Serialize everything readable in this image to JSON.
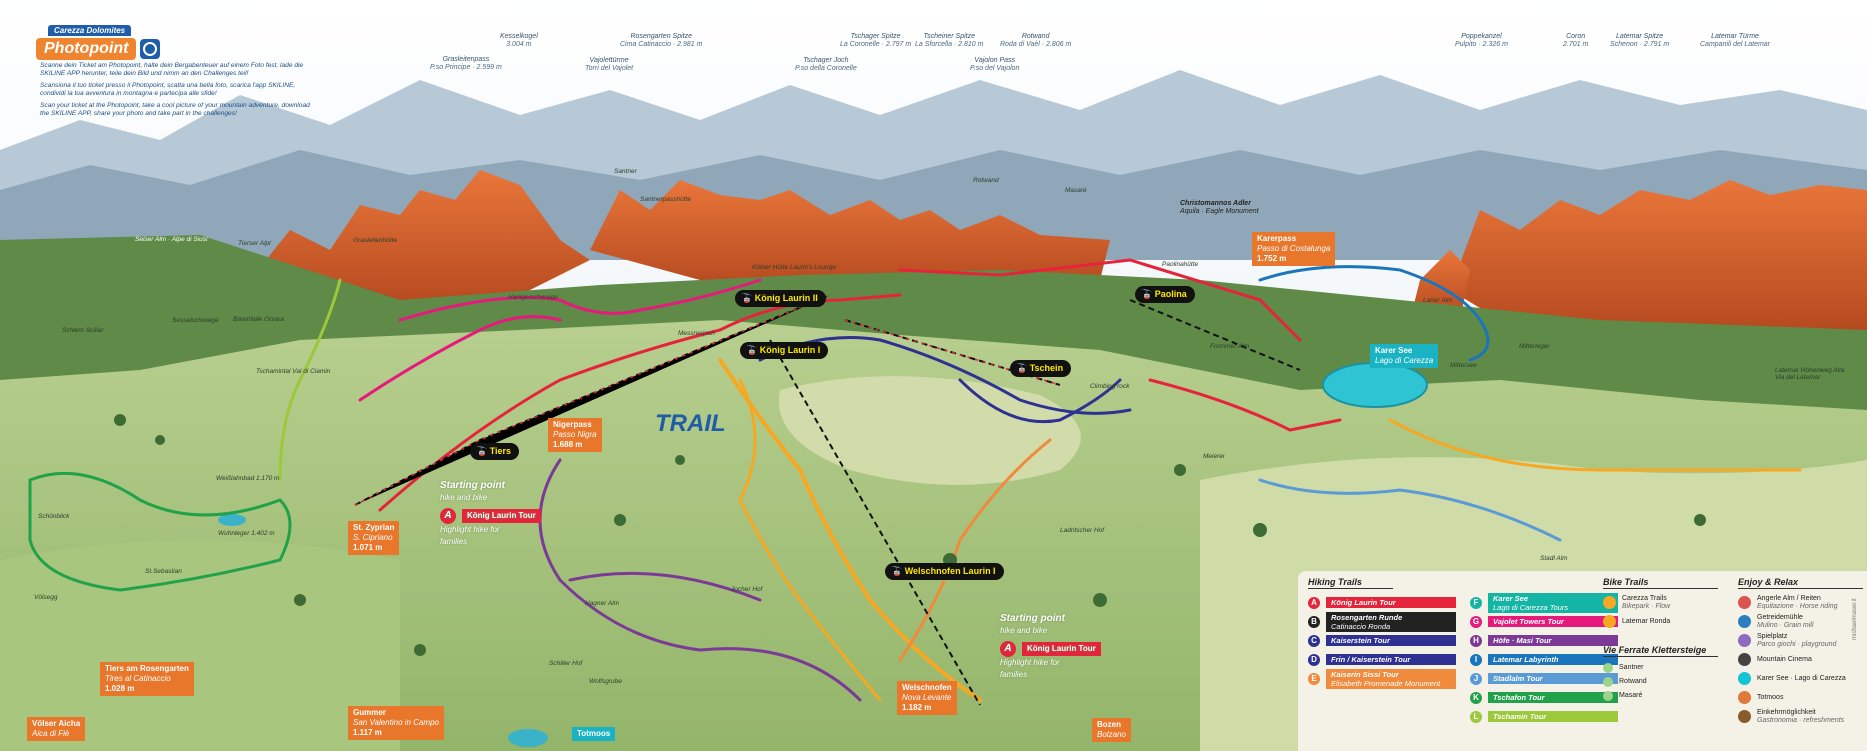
{
  "brand": {
    "top": "Carezza Dolomites",
    "main": "Photopoint"
  },
  "intro": [
    "Scanne dein Ticket am Photopoint, halte dein Bergabenteuer auf einem Foto fest, lade die SKILINE APP herunter, teile dein Bild und nimm an den Challenges teil!",
    "Scansiona il tuo ticket presso il Photopoint, scatta una bella foto, scarica l'app SKILINE, condividi la tua avventura in montagna e partecipa alle sfide!",
    "Scan your ticket at the Photopoint, take a cool picture of your mountain adventure, download the SKILINE APP, share your photo and take part in the challenges!"
  ],
  "peaks": [
    {
      "name": "Grasleitenpass",
      "sub": "P.so Principe · 2.599 m"
    },
    {
      "name": "Kesselkogel",
      "sub": "3.004 m"
    },
    {
      "name": "Rosengarten Spitze",
      "sub": "Cima Catinaccio · 2.981 m"
    },
    {
      "name": "Vajolettürme",
      "sub": "Torri del Vajolet"
    },
    {
      "name": "Tschager Joch",
      "sub": "P.so della Coronelle"
    },
    {
      "name": "Tschager Spitze",
      "sub": "La Coronelle · 2.797 m"
    },
    {
      "name": "Tscheiner Spitze",
      "sub": "La Sforcella · 2.810 m"
    },
    {
      "name": "Rotwand",
      "sub": "Roda di Vaèl · 2.806 m"
    },
    {
      "name": "Vajolon Pass",
      "sub": "P.so del Vajolon"
    },
    {
      "name": "Poppekanzel",
      "sub": "Pulpito · 2.326 m"
    },
    {
      "name": "Coron",
      "sub": "2.701 m"
    },
    {
      "name": "Latemar Spitze",
      "sub": "Schenon · 2.791 m"
    },
    {
      "name": "Latemar Türme",
      "sub": "Campanili del Latemar"
    }
  ],
  "lifts": [
    "König Laurin II",
    "König Laurin I",
    "Tiers",
    "Tschein",
    "Paolina",
    "Welschnofen Laurin I"
  ],
  "places": {
    "nigerpass": {
      "name": "Nigerpass",
      "alt": "Passo Nigra",
      "height": "1.688 m"
    },
    "karerpass": {
      "name": "Karerpass",
      "alt": "Passo di Costalunga",
      "height": "1.752 m"
    },
    "karersee": {
      "name": "Karer See",
      "alt": "Lago di Carezza"
    },
    "zyprian": {
      "name": "St. Zyprian",
      "alt": "S. Cipriano",
      "height": "1.071 m"
    },
    "welschnofen": {
      "name": "Welschnofen",
      "alt": "Nova Levante",
      "height": "1.182 m"
    },
    "tiers": {
      "name": "Tiers am Rosengarten",
      "alt": "Tires al Catinaccio",
      "height": "1.028 m"
    },
    "gummer": {
      "name": "Gummer",
      "alt": "San Valentino in Campo",
      "height": "1.117 m"
    },
    "voelser": {
      "name": "Völser Aicha",
      "alt": "Aica di Fiè"
    },
    "bozen": {
      "name": "Bozen",
      "alt": "Bolzano"
    },
    "totmoos": "Totmoos",
    "christomannos": {
      "name": "Christomannos Adler",
      "alt": "Aquila · Eagle Monument"
    }
  },
  "smallplaces": [
    "Schlern Sciliar",
    "Seiser Alm · Alpe di Siusi",
    "Tierser Alpl",
    "Grasleitenhütte",
    "Santner",
    "Santnerpasshütte",
    "Rotwand",
    "Masaré",
    "Sesselschwaige",
    "Bärenfalle Orsara",
    "Tschamintal Val di Ciamin",
    "Schönblick",
    "Völsegg",
    "Weißlahnbad 1.170 m",
    "Wuhnleger 1.402 m",
    "St.Sebastian",
    "Jocher Hof",
    "Hagner Alm",
    "Wolfsgrube",
    "Ladritscher Hof",
    "Messnerjoch",
    "Paolinahütte",
    "Laner Alm",
    "Mitterleger",
    "Mittersee",
    "Latemar Höhenweg Alta Via del Latemar",
    "Stadl Alm",
    "Meierei",
    "Climbing rock",
    "Frommer Alm",
    "Kölner Hütte Laurin's Lounge",
    "Hanigerschwaige",
    "Schiller Hof"
  ],
  "starts": [
    {
      "title": "Starting point",
      "sub": "hike and bike",
      "trail": "König Laurin Tour",
      "note": "Highlight hike for families"
    },
    {
      "title": "Starting point",
      "sub": "hike and bike",
      "trail": "König Laurin Tour",
      "note": "Highlight hike for families"
    }
  ],
  "trail_logo": "TRAIL",
  "legend": {
    "hiking_title": "Hiking Trails",
    "hiking": [
      {
        "letter": "A",
        "name": "König Laurin Tour",
        "sub": "",
        "color": "#e5243b"
      },
      {
        "letter": "B",
        "name": "Rosengarten Runde",
        "sub": "Catinaccio Ronda",
        "color": "#222222"
      },
      {
        "letter": "C",
        "name": "Kaiserstein Tour",
        "sub": "",
        "color": "#2e3192"
      },
      {
        "letter": "D",
        "name": "Frin / Kaiserstein Tour",
        "sub": "",
        "color": "#2e3192"
      },
      {
        "letter": "E",
        "name": "Kaiserin Sissi Tour",
        "sub": "Elisabeth Promenade Monument",
        "color": "#f08a3c"
      },
      {
        "letter": "F",
        "name": "Karer See",
        "sub": "Lago di Carezza Tours",
        "color": "#14b5a5"
      },
      {
        "letter": "G",
        "name": "Vajolet Towers Tour",
        "sub": "",
        "color": "#e6197d"
      },
      {
        "letter": "H",
        "name": "Höfe · Masi Tour",
        "sub": "",
        "color": "#7b3a96"
      },
      {
        "letter": "I",
        "name": "Latemar Labyrinth",
        "sub": "",
        "color": "#1b75bc"
      },
      {
        "letter": "J",
        "name": "Stadlalm Tour",
        "sub": "",
        "color": "#5b9bd5"
      },
      {
        "letter": "K",
        "name": "Tschafon Tour",
        "sub": "",
        "color": "#21a24a"
      },
      {
        "letter": "L",
        "name": "Tschamin Tour",
        "sub": "",
        "color": "#9cc83b"
      }
    ],
    "bike_title": "Bike Trails",
    "bike": [
      {
        "name": "Carezza Trails",
        "sub": "Bikepark · Flow",
        "color": "#f7a823"
      },
      {
        "name": "Latemar Ronda",
        "sub": "",
        "color": "#f7a823"
      }
    ],
    "ferrate_title": "Vie Ferrate Klettersteige",
    "ferrate": [
      "Santner",
      "Rotwand",
      "Masaré"
    ],
    "enjoy_title": "Enjoy & Relax",
    "enjoy": [
      {
        "name": "Angerle Alm / Reiten",
        "sub": "Equitazione · Horse riding",
        "color": "#d9534f"
      },
      {
        "name": "Getreidemühle",
        "sub": "Mulino · Grain mill",
        "color": "#2a7fbf"
      },
      {
        "name": "Spielplatz",
        "sub": "Parco giochi · playground",
        "color": "#8e6bbf"
      },
      {
        "name": "Mountain Cinema",
        "sub": "",
        "color": "#444444"
      },
      {
        "name": "Karer See · Lago di Carezza",
        "sub": "",
        "color": "#14c4d4"
      },
      {
        "name": "Totmoos",
        "sub": "",
        "color": "#e07a3c"
      },
      {
        "name": "Einkehrmöglichkeit",
        "sub": "Gastronomia · refreshments",
        "color": "#8a5a2b"
      }
    ]
  },
  "credit": "michaelmaser.it"
}
